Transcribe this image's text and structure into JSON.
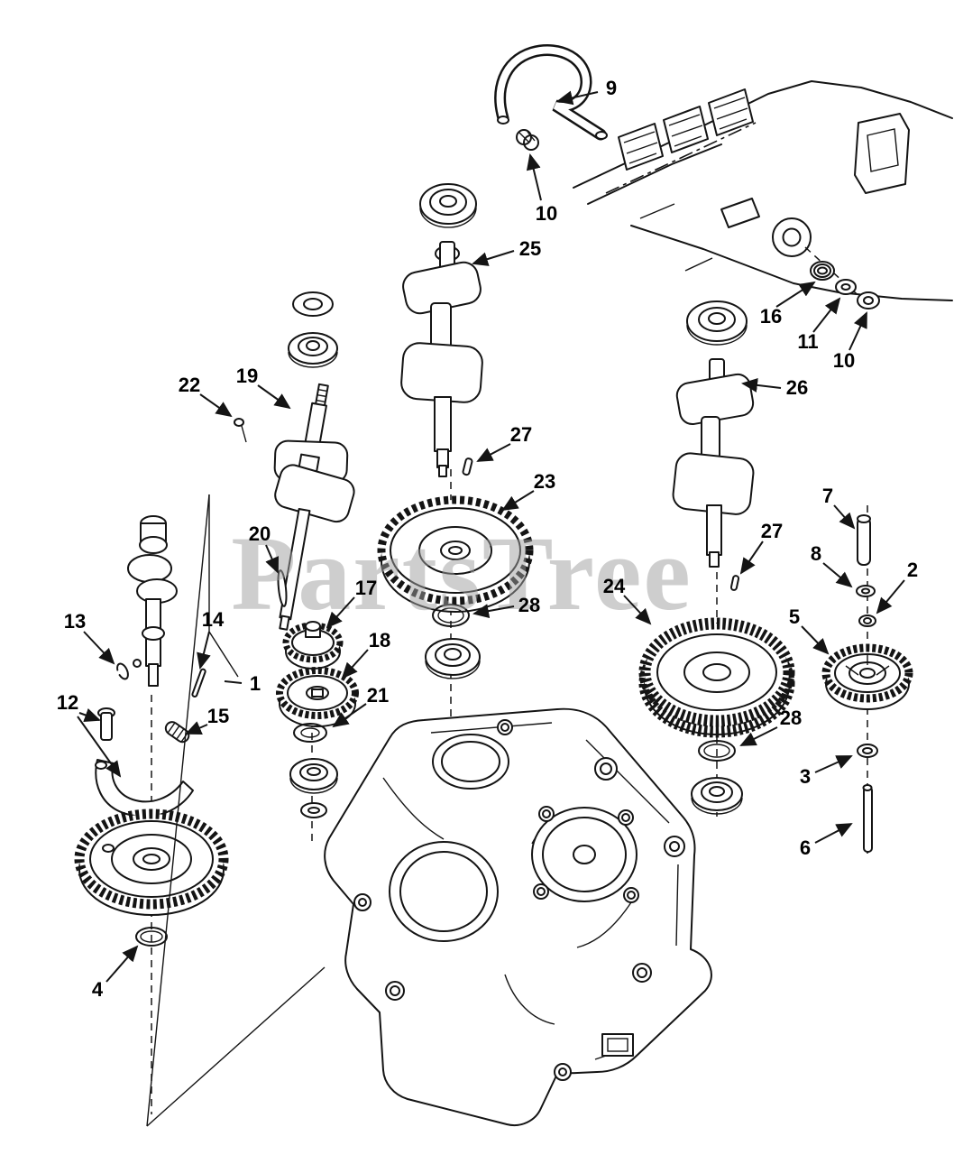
{
  "watermark": "PartsTree",
  "callouts": [
    {
      "label": "9"
    },
    {
      "label": "10"
    },
    {
      "label": "25"
    },
    {
      "label": "16"
    },
    {
      "label": "11"
    },
    {
      "label": "10"
    },
    {
      "label": "22"
    },
    {
      "label": "19"
    },
    {
      "label": "26"
    },
    {
      "label": "27"
    },
    {
      "label": "23"
    },
    {
      "label": "7"
    },
    {
      "label": "8"
    },
    {
      "label": "2"
    },
    {
      "label": "13"
    },
    {
      "label": "14"
    },
    {
      "label": "20"
    },
    {
      "label": "17"
    },
    {
      "label": "18"
    },
    {
      "label": "24"
    },
    {
      "label": "5"
    },
    {
      "label": "1"
    },
    {
      "label": "12"
    },
    {
      "label": "15"
    },
    {
      "label": "21"
    },
    {
      "label": "28"
    },
    {
      "label": "27"
    },
    {
      "label": "28"
    },
    {
      "label": "3"
    },
    {
      "label": "6"
    },
    {
      "label": "4"
    }
  ]
}
